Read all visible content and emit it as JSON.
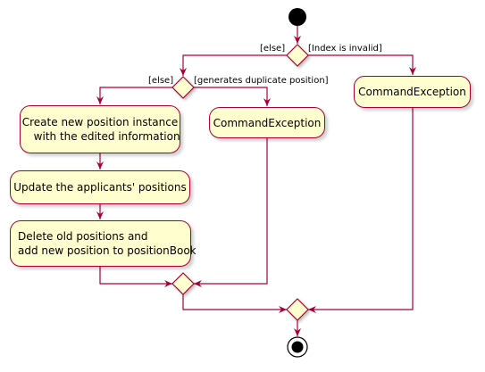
{
  "diagram": {
    "guards": {
      "outer_else": "[else]",
      "outer_invalid": "[Index is invalid]",
      "inner_else": "[else]",
      "inner_duplicate": "[generates duplicate position]"
    },
    "actions": {
      "create_position": "Create new position instance\n    with the edited information",
      "command_exception_inner": "CommandException",
      "command_exception_outer": "CommandException",
      "update_applicants": "Update the applicants' positions",
      "delete_add": "Delete old positions and\nadd new position to positionBook"
    },
    "colors": {
      "line": "#A80036",
      "fill": "#FEFECE",
      "start": "#000000"
    }
  }
}
